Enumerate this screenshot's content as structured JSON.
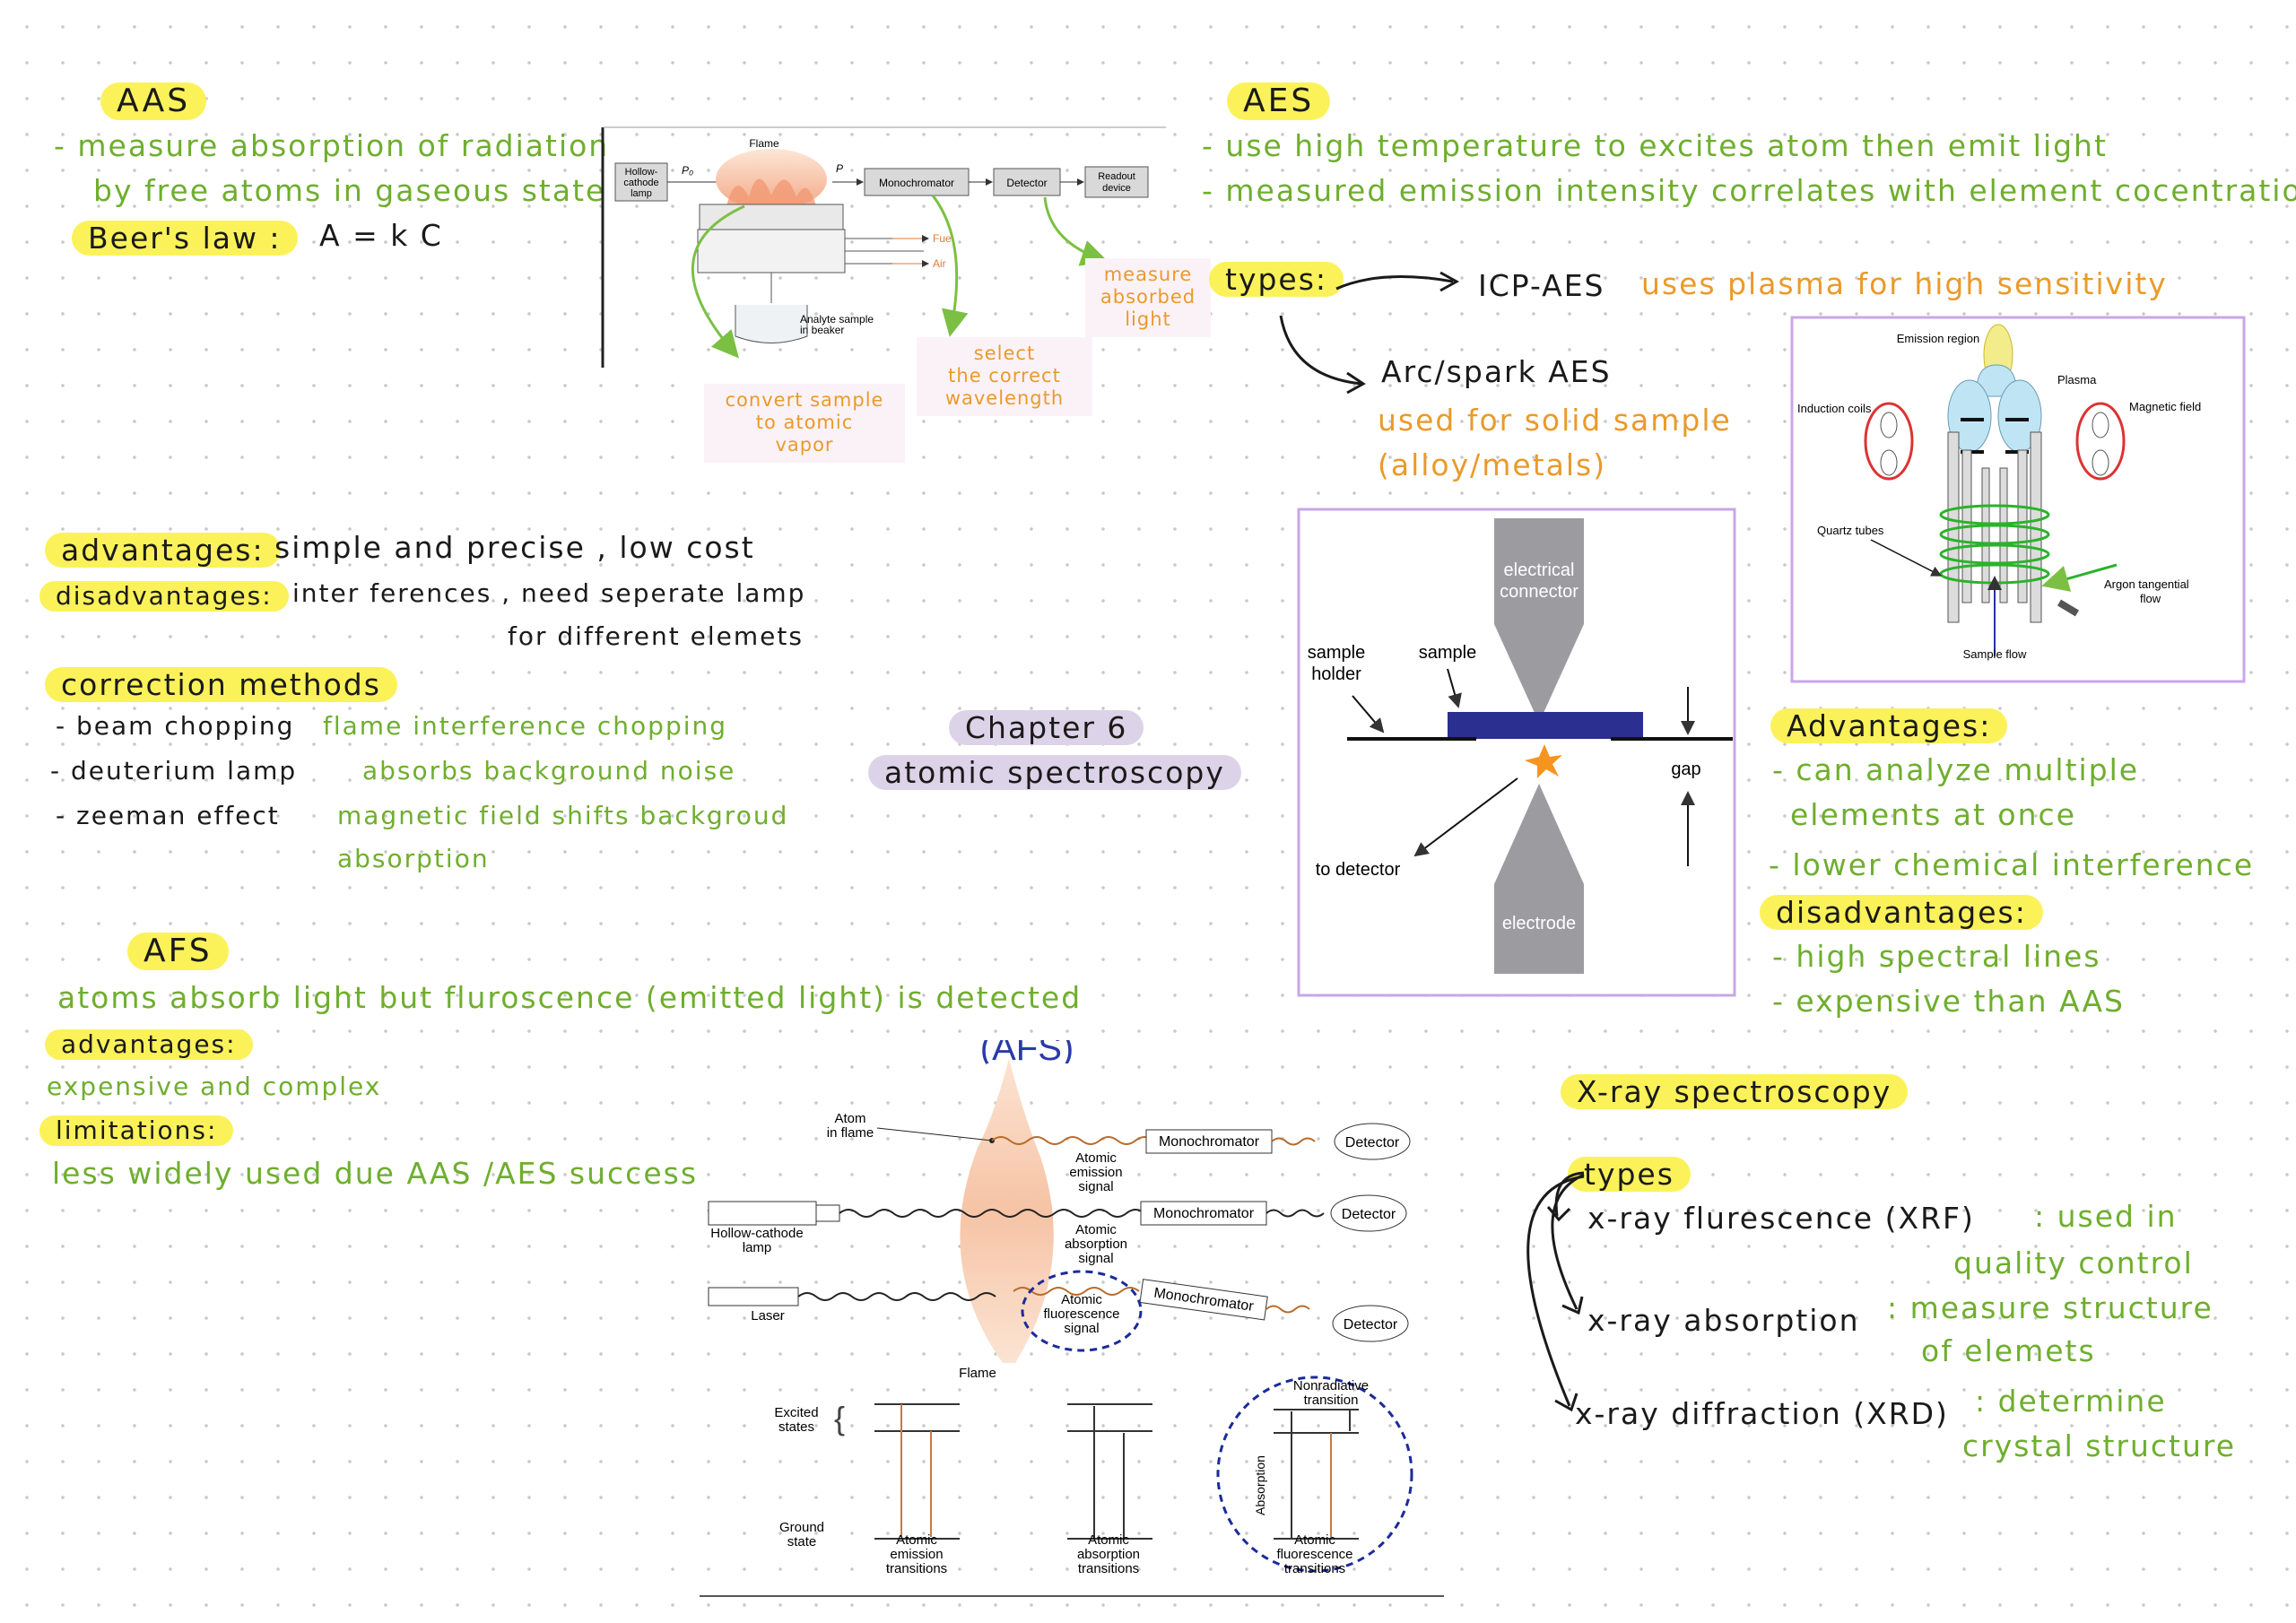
{
  "aas": {
    "title": "AAS",
    "line1": "- measure absorption of radiation",
    "line2": "by free atoms in gaseous state",
    "beer_label": "Beer's law :",
    "beer_formula": "A = k C",
    "advantages_label": "advantages:",
    "advantages_text": "simple and precise , low cost",
    "disadvantages_label": "disadvantages:",
    "disadvantages_text1": "inter ferences , need seperate lamp",
    "disadvantages_text2": "for different elemets",
    "correction_label": "correction methods",
    "corrections": [
      {
        "method": "- beam chopping",
        "detail": "flame interference chopping"
      },
      {
        "method": "- deuterium lamp",
        "detail": "absorbs background noise"
      },
      {
        "method": "- zeeman effect",
        "detail": "magnetic field shifts backgroud"
      }
    ],
    "correction_detail_cont": "absorption",
    "diagram": {
      "flame": "Flame",
      "lamp_l1": "Hollow-",
      "lamp_l2": "cathode",
      "lamp_l3": "lamp",
      "p0": "P₀",
      "p": "P",
      "monochromator": "Monochromator",
      "detector": "Detector",
      "readout_l1": "Readout",
      "readout_l2": "device",
      "fuel": "Fuel",
      "air": "Air",
      "sample_l1": "Analyte sample",
      "sample_l2": "in beaker",
      "note_vapor": "convert sample\nto atomic\nvapor",
      "note_wavelength": "select\nthe correct\nwavelength",
      "note_measure": "measure\nabsorbed\nlight"
    }
  },
  "chapter": {
    "line1": "Chapter 6",
    "line2": "atomic spectroscopy"
  },
  "afs": {
    "title": "AFS",
    "line1": "atoms absorb light but fluroscence (emitted light) is detected",
    "advantages_label": "advantages:",
    "advantages_text": "expensive and complex",
    "limitations_label": "limitations:",
    "limitations_text": "less widely used due AAS /AES success",
    "diagram": {
      "top_title": "(AFS)",
      "atom_l1": "Atom",
      "atom_l2": "in flame",
      "lamp_l1": "Hollow-cathode",
      "lamp_l2": "lamp",
      "laser": "Laser",
      "flame": "Flame",
      "mono": "Monochromator",
      "detector": "Detector",
      "emis_l1": "Atomic",
      "emis_l2": "emission",
      "emis_l3": "signal",
      "abs_l1": "Atomic",
      "abs_l2": "absorption",
      "abs_l3": "signal",
      "fl_l1": "Atomic",
      "fl_l2": "fluorescence",
      "fl_l3": "signal",
      "excited_l1": "Excited",
      "excited_l2": "states",
      "ground_l1": "Ground",
      "ground_l2": "state",
      "t1_l1": "Atomic",
      "t1_l2": "emission",
      "t1_l3": "transitions",
      "t2_l1": "Atomic",
      "t2_l2": "absorption",
      "t2_l3": "transitions",
      "t3_l1": "Atomic",
      "t3_l2": "fluorescence",
      "t3_l3": "transitions",
      "nonrad_l1": "Nonradiative",
      "nonrad_l2": "transition",
      "absorption": "Absorption"
    }
  },
  "aes": {
    "title": "AES",
    "line1": "- use high temperature to excites atom then emit light",
    "line2": "- measured emission intensity correlates with element cocentration",
    "types_label": "types:",
    "icp": "ICP-AES",
    "icp_desc": "uses plasma for high sensitivity",
    "arc": "Arc/spark AES",
    "arc_desc1": "used for solid sample",
    "arc_desc2": "(alloy/metals)",
    "spark_diagram": {
      "connector_l1": "electrical",
      "connector_l2": "connector",
      "holder_l1": "sample",
      "holder_l2": "holder",
      "sample": "sample",
      "gap": "gap",
      "detector": "to detector",
      "electrode": "electrode"
    },
    "icp_diagram": {
      "emission": "Emission region",
      "plasma": "Plasma",
      "induction": "Induction coils",
      "magnetic": "Magnetic field",
      "quartz": "Quartz tubes",
      "argon_l1": "Argon tangential",
      "argon_l2": "flow",
      "sample_flow": "Sample flow"
    },
    "advantages_label": "Advantages:",
    "adv1": "- can analyze multiple",
    "adv1b": "elements at once",
    "adv2": "- lower chemical interference",
    "disadvantages_label": "disadvantages:",
    "dis1": "- high spectral lines",
    "dis2": "- expensive than AAS"
  },
  "xray": {
    "title": "X-ray spectroscopy",
    "types_label": "types",
    "items": [
      {
        "name": "x-ray flurescence (XRF)",
        "desc1": ": used in",
        "desc2": "quality control"
      },
      {
        "name": "x-ray absorption",
        "desc1": ": measure structure",
        "desc2": "of elemets"
      },
      {
        "name": "x-ray diffraction (XRD)",
        "desc1": ": determine",
        "desc2": "crystal structure"
      }
    ]
  },
  "colors": {
    "highlight_yellow": "#fbf25a",
    "highlight_purple": "#ddd3e8",
    "ink_green": "#6fae2e",
    "ink_orange": "#ea9a2a",
    "ink_black": "#1a1a1a",
    "frame_purple": "#c9a6ea",
    "electrode_gray": "#9c9ca0",
    "sample_blue": "#2b2f8f"
  }
}
